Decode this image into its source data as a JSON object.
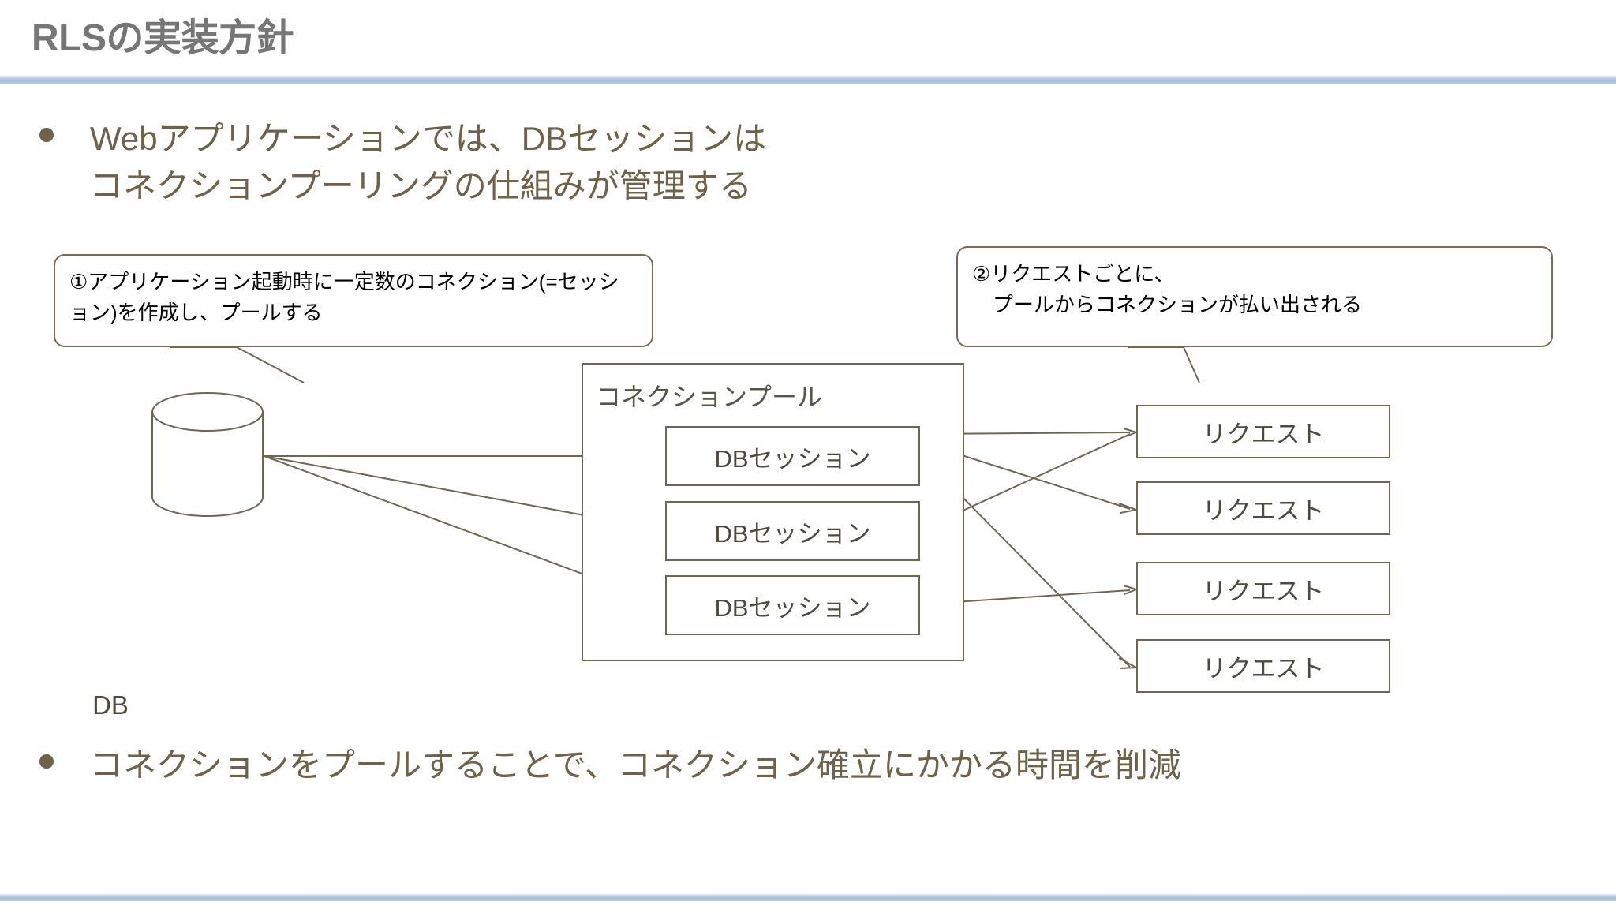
{
  "slide": {
    "title": "RLSの実装方針",
    "accent_color": "#a9bcd8",
    "text_color": "#6e6249",
    "line_color": "#6f6753"
  },
  "bullets": [
    {
      "text": "Webアプリケーションでは、DBセッションは\nコネクションプーリングの仕組みが管理する"
    },
    {
      "text": "コネクションをプールすることで、コネクション確立にかかる時間を削減"
    }
  ],
  "diagram": {
    "callouts": [
      {
        "id": 1,
        "text": "①アプリケーション起動時に一定数のコネクション(=セッション)を作成し、プールする"
      },
      {
        "id": 2,
        "text": "②リクエストごとに、\n　プールからコネクションが払い出される"
      }
    ],
    "database": {
      "label": "DB"
    },
    "pool": {
      "label": "コネクションプール",
      "sessions": [
        {
          "label": "DBセッション"
        },
        {
          "label": "DBセッション"
        },
        {
          "label": "DBセッション"
        }
      ]
    },
    "requests": [
      {
        "label": "リクエスト"
      },
      {
        "label": "リクエスト"
      },
      {
        "label": "リクエスト"
      },
      {
        "label": "リクエスト"
      }
    ]
  }
}
